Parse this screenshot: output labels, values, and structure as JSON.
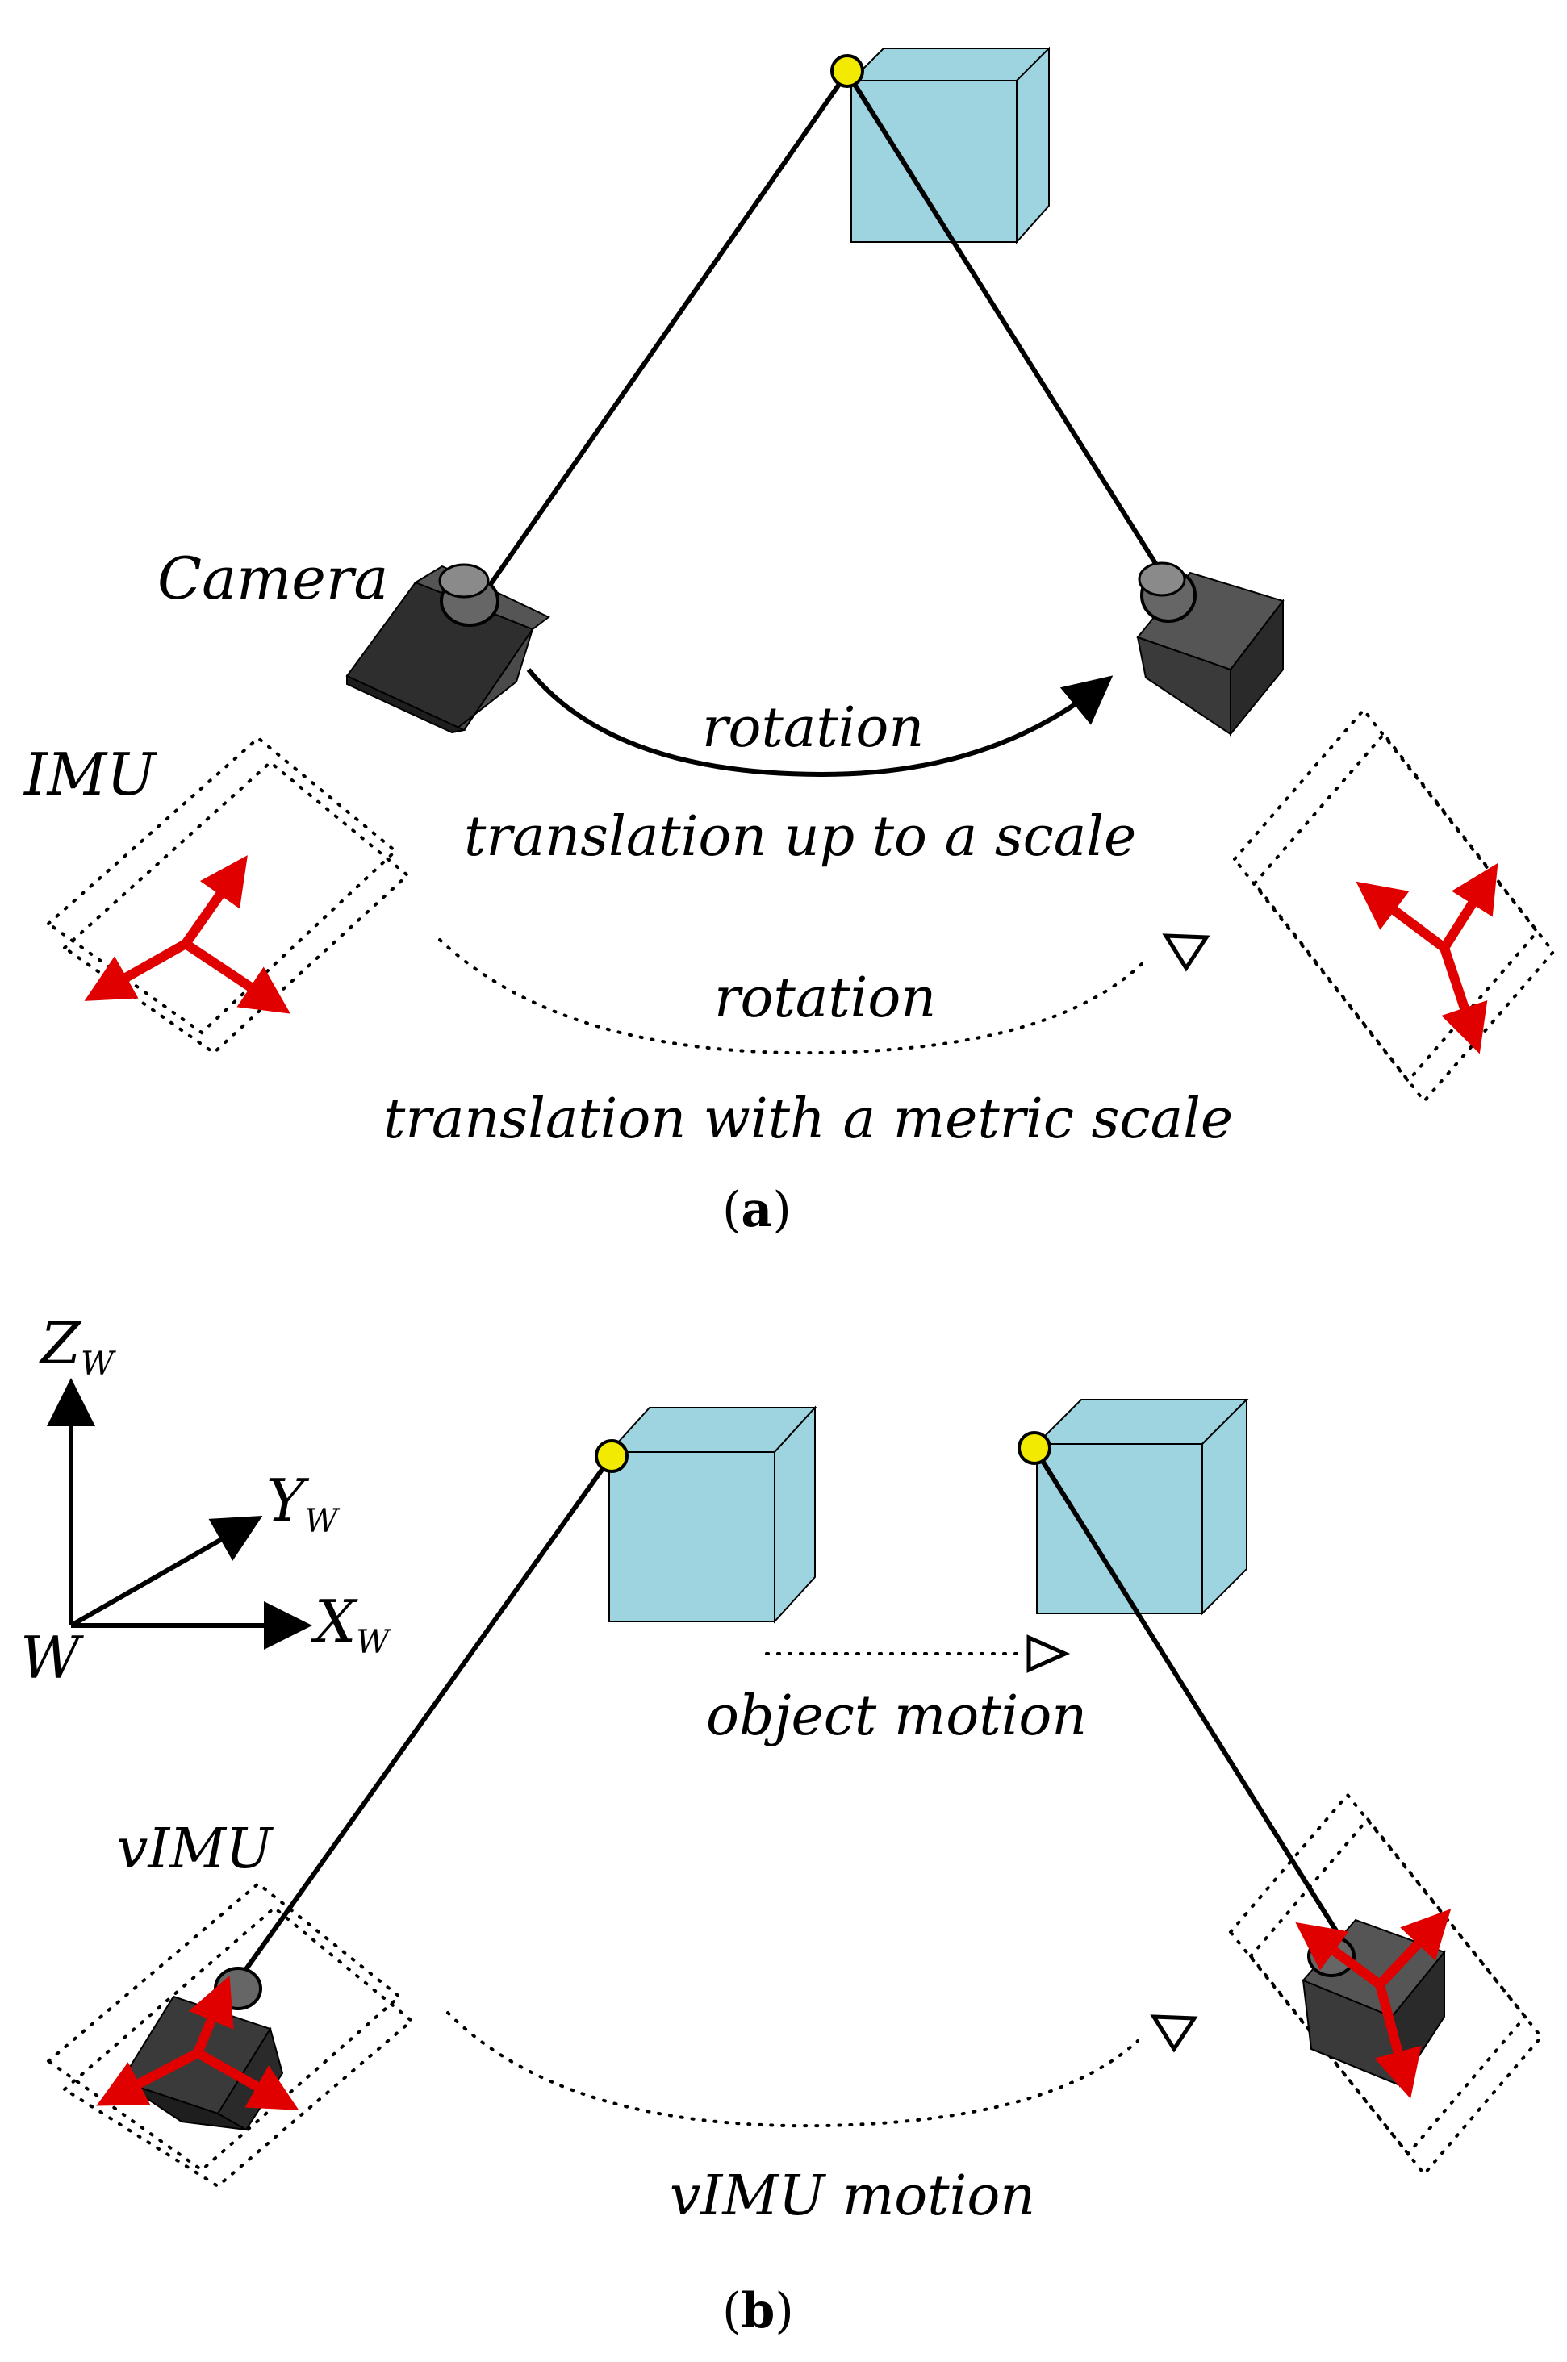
{
  "panel_a": {
    "camera_label": "Camera",
    "imu_label": "IMU",
    "camera_motion_rotation": "rotation",
    "camera_motion_translation": "translation up to a scale",
    "imu_motion_rotation": "rotation",
    "imu_motion_translation": "translation with a metric scale",
    "caption_open": "(",
    "caption_letter": "a",
    "caption_close": ")"
  },
  "panel_b": {
    "axis_z": "Z",
    "axis_y": "Y",
    "axis_x": "X",
    "axis_subscript": "W",
    "origin_label": "W",
    "object_motion_label": "object motion",
    "vimu_label": "vIMU",
    "vimu_motion_label": "vIMU motion",
    "caption_open": "(",
    "caption_letter": "b",
    "caption_close": ")"
  },
  "colors": {
    "cube_face": "#9ed4e0",
    "camera_body": "#3a3a3a",
    "imu_axes": "#e00000",
    "feature_point": "#f2ea00",
    "line": "#000000"
  }
}
